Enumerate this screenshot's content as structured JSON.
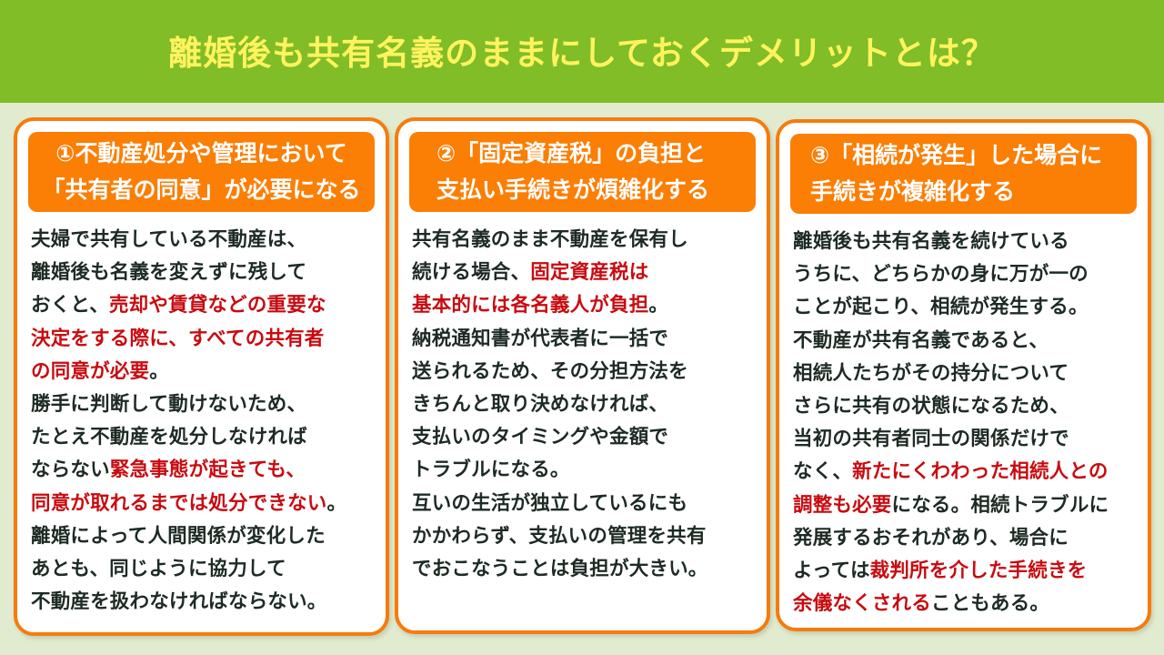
{
  "banner": {
    "title": "離婚後も共有名義のままにしておくデメリットとは？",
    "background": "#80bd26",
    "title_color": "#fff35e"
  },
  "colors": {
    "card_border": "#f77b0c",
    "card_header": "#fb7e05",
    "emphasis_red": "#c80b10",
    "body_text": "#1d2b24",
    "page_background": "#e0ebd0"
  },
  "cards": [
    {
      "heading": [
        "①不動産処分や管理において",
        "「共有者の同意」が必要になる"
      ],
      "lines": [
        [
          {
            "t": "夫婦で共有している不動産は、",
            "r": false
          }
        ],
        [
          {
            "t": "離婚後も名義を変えずに残して",
            "r": false
          }
        ],
        [
          {
            "t": "おくと、",
            "r": false
          },
          {
            "t": "売却や賃貸などの重要な",
            "r": true
          }
        ],
        [
          {
            "t": "決定をする際に、すべての共有者",
            "r": true
          }
        ],
        [
          {
            "t": "の同意が必要",
            "r": true
          },
          {
            "t": "。",
            "r": false
          }
        ],
        [
          {
            "t": "勝手に判断して動けないため、",
            "r": false
          }
        ],
        [
          {
            "t": "たとえ不動産を処分しなければ",
            "r": false
          }
        ],
        [
          {
            "t": "ならない",
            "r": false
          },
          {
            "t": "緊急事態が起きても、",
            "r": true
          }
        ],
        [
          {
            "t": "同意が取れるまでは処分できない",
            "r": true
          },
          {
            "t": "。",
            "r": false
          }
        ],
        [
          {
            "t": "離婚によって人間関係が変化した",
            "r": false
          }
        ],
        [
          {
            "t": "あとも、同じように協力して",
            "r": false
          }
        ],
        [
          {
            "t": "不動産を扱わなければならない。",
            "r": false
          }
        ]
      ]
    },
    {
      "heading": [
        "②「固定資産税」の負担と",
        "支払い手続きが煩雑化する"
      ],
      "lines": [
        [
          {
            "t": "共有名義のまま不動産を保有し",
            "r": false
          }
        ],
        [
          {
            "t": "続ける場合、",
            "r": false
          },
          {
            "t": "固定資産税は",
            "r": true
          }
        ],
        [
          {
            "t": "基本的には各名義人が負担",
            "r": true
          },
          {
            "t": "。",
            "r": false
          }
        ],
        [
          {
            "t": "納税通知書が代表者に一括で",
            "r": false
          }
        ],
        [
          {
            "t": "送られるため、その分担方法を",
            "r": false
          }
        ],
        [
          {
            "t": "きちんと取り決めなければ、",
            "r": false
          }
        ],
        [
          {
            "t": "支払いのタイミングや金額で",
            "r": false
          }
        ],
        [
          {
            "t": "トラブルになる。",
            "r": false
          }
        ],
        [
          {
            "t": "互いの生活が独立しているにも",
            "r": false
          }
        ],
        [
          {
            "t": "かかわらず、支払いの管理を共有",
            "r": false
          }
        ],
        [
          {
            "t": "でおこなうことは負担が大きい。",
            "r": false
          }
        ]
      ]
    },
    {
      "heading": [
        "③「相続が発生」した場合に",
        "手続きが複雑化する"
      ],
      "lines": [
        [
          {
            "t": "離婚後も共有名義を続けている",
            "r": false
          }
        ],
        [
          {
            "t": "うちに、どちらかの身に万が一の",
            "r": false
          }
        ],
        [
          {
            "t": "ことが起こり、相続が発生する。",
            "r": false
          }
        ],
        [
          {
            "t": "不動産が共有名義であると、",
            "r": false
          }
        ],
        [
          {
            "t": "相続人たちがその持分について",
            "r": false
          }
        ],
        [
          {
            "t": "さらに共有の状態になるため、",
            "r": false
          }
        ],
        [
          {
            "t": "当初の共有者同士の関係だけで",
            "r": false
          }
        ],
        [
          {
            "t": "なく、",
            "r": false
          },
          {
            "t": "新たにくわわった相続人との",
            "r": true
          }
        ],
        [
          {
            "t": "調整も必要",
            "r": true
          },
          {
            "t": "になる。相続トラブルに",
            "r": false
          }
        ],
        [
          {
            "t": "発展するおそれがあり、場合に",
            "r": false
          }
        ],
        [
          {
            "t": "よっては",
            "r": false
          },
          {
            "t": "裁判所を介した手続きを",
            "r": true
          }
        ],
        [
          {
            "t": "余儀なくされる",
            "r": true
          },
          {
            "t": "こともある。",
            "r": false
          }
        ]
      ]
    }
  ]
}
